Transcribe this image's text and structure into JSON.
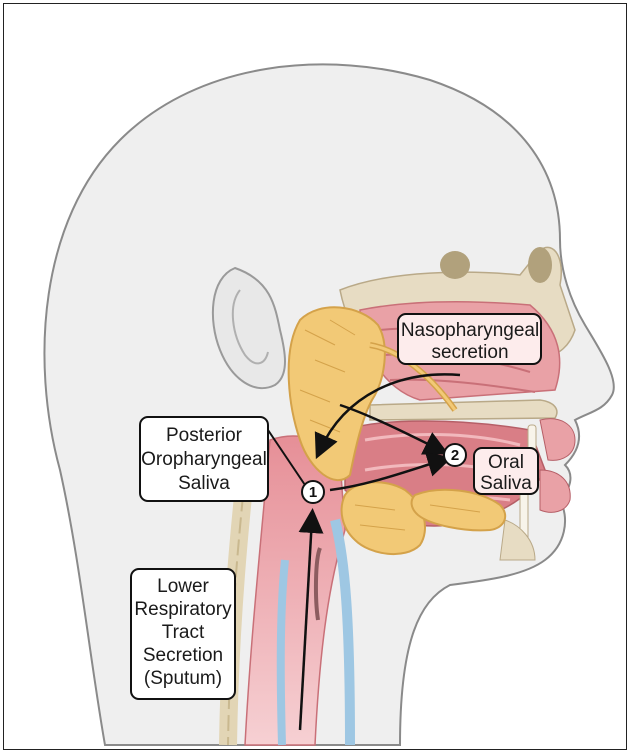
{
  "labels": {
    "nasopharyngeal_line1": "Nasopharyngeal",
    "nasopharyngeal_line2": "secretion",
    "posterior_line1": "Posterior",
    "posterior_line2": "Oropharyngeal",
    "posterior_line3": "Saliva",
    "oral_line1": "Oral",
    "oral_line2": "Saliva",
    "lower_line1": "Lower",
    "lower_line2": "Respiratory",
    "lower_line3": "Tract",
    "lower_line4": "Secretion",
    "lower_line5": "(Sputum)"
  },
  "markers": {
    "marker_1": "1",
    "marker_2": "2"
  },
  "colors": {
    "skin": "#efefef",
    "skin_outline": "#8a8a8a",
    "tissue_pink": "#e9a1a6",
    "tissue_dark": "#c97078",
    "gland_yellow": "#f2c976",
    "gland_outline": "#d4a24a",
    "bone": "#e7dcc3",
    "cartilage_blue": "#9ec7e3"
  }
}
